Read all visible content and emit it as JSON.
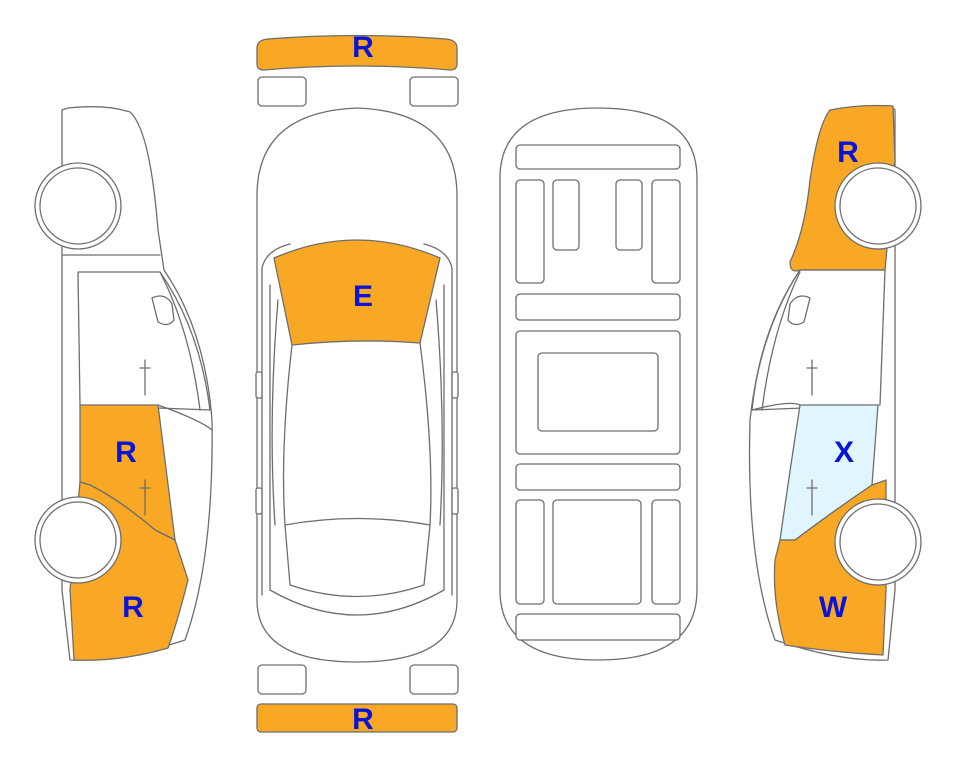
{
  "colors": {
    "damage_fill": "#F9A825",
    "glass_fill": "#E1F5FE",
    "code_text": "#0A14D6",
    "outline": "#6E6E6E"
  },
  "codes": {
    "front_bumper": "R",
    "hood": "E",
    "rear_bumper": "R",
    "left_rear_door": "R",
    "left_rear_quarter": "R",
    "right_front_fender": "R",
    "right_front_door_glass": "X",
    "right_front_door": "W"
  }
}
